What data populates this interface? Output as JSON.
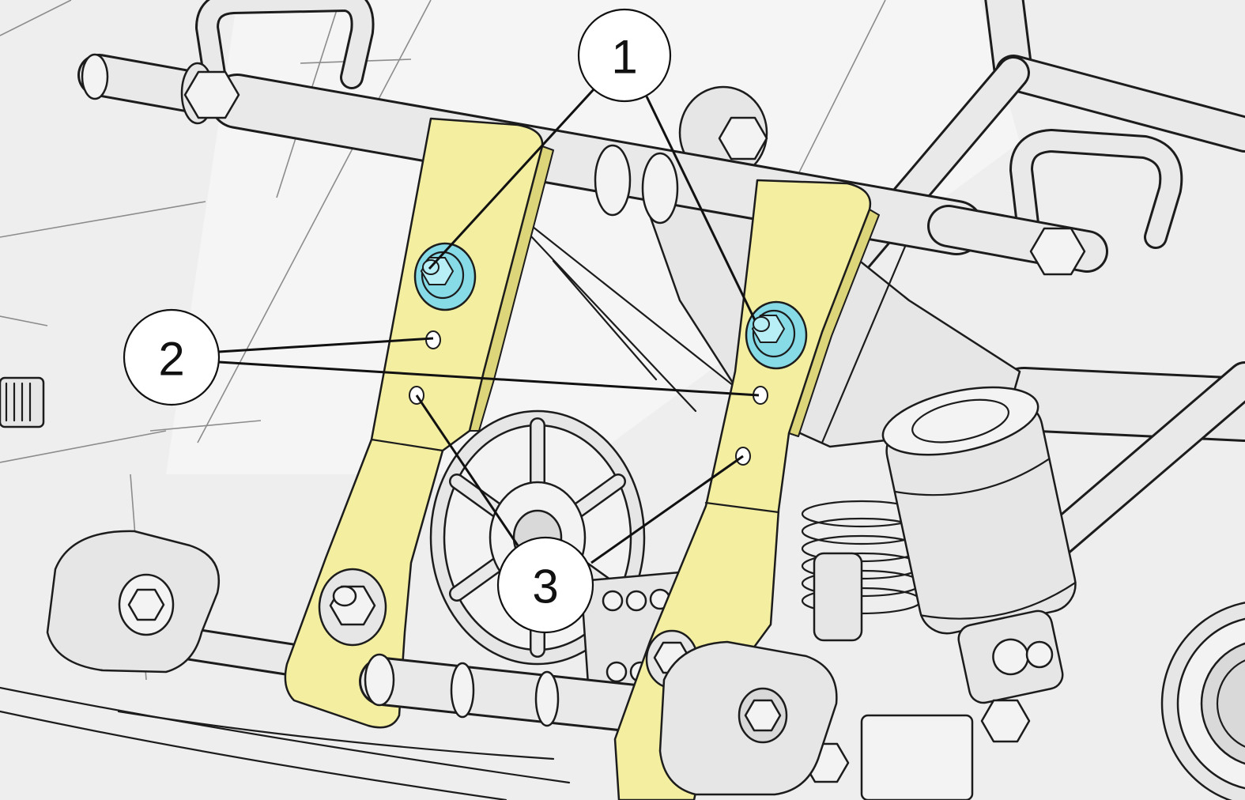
{
  "callouts": [
    {
      "label": "1"
    },
    {
      "label": "2"
    },
    {
      "label": "3"
    }
  ],
  "colors": {
    "background": "#eeeeee",
    "bracket": "#f4efa0",
    "bolt_washer": "#86dbe7",
    "outline": "#1c1c1c",
    "callout_fill": "#ffffff"
  }
}
